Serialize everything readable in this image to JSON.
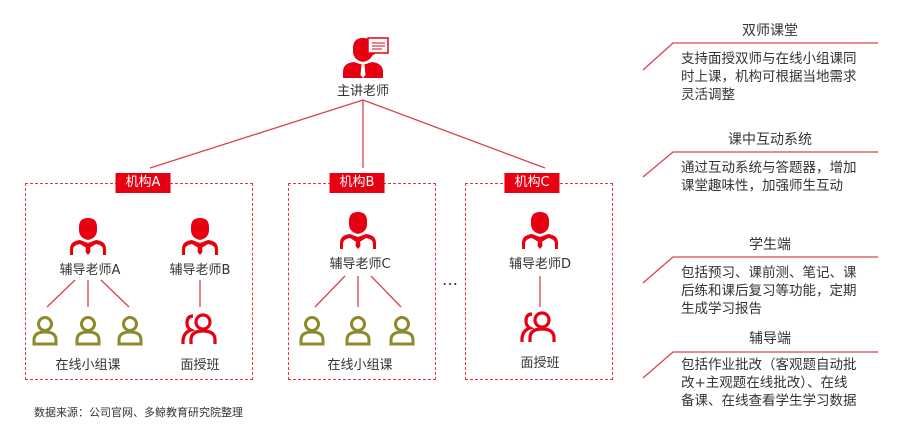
{
  "main_teacher": "主讲老师",
  "institutions": [
    {
      "tag": "机构A",
      "teachers": [
        {
          "name": "辅导老师A",
          "class": "在线小组课"
        },
        {
          "name": "辅导老师B",
          "class": "面授班"
        }
      ]
    },
    {
      "tag": "机构B",
      "teachers": [
        {
          "name": "辅导老师C",
          "class": "在线小组课"
        }
      ]
    },
    {
      "tag": "机构C",
      "teachers": [
        {
          "name": "辅导老师D",
          "class": "面授班"
        }
      ]
    }
  ],
  "ellipsis": "…",
  "features": [
    {
      "title": "双师课堂",
      "lines": [
        "支持面授双师与在线小组课同",
        "时上课，机构可根据当地需求",
        "灵活调整"
      ]
    },
    {
      "title": "课中互动系统",
      "lines": [
        "通过互动系统与答题器，增加",
        "课堂趣味性，加强师生互动"
      ]
    },
    {
      "title": "学生端",
      "lines": [
        "包括预习、课前测、笔记、课",
        "后练和课后复习等功能，定期",
        "生成学习报告"
      ]
    },
    {
      "title": "辅导端",
      "lines": [
        "包括作业批改（客观题自动批",
        "改+主观题在线批改）、在线",
        "备课、在线查看学生学习数据"
      ]
    }
  ],
  "source": "数据来源：公司官网、多鲸教育研究院整理",
  "colors": {
    "red": "#e60012",
    "olive": "#8c8a2a",
    "line": "#d9434d"
  }
}
